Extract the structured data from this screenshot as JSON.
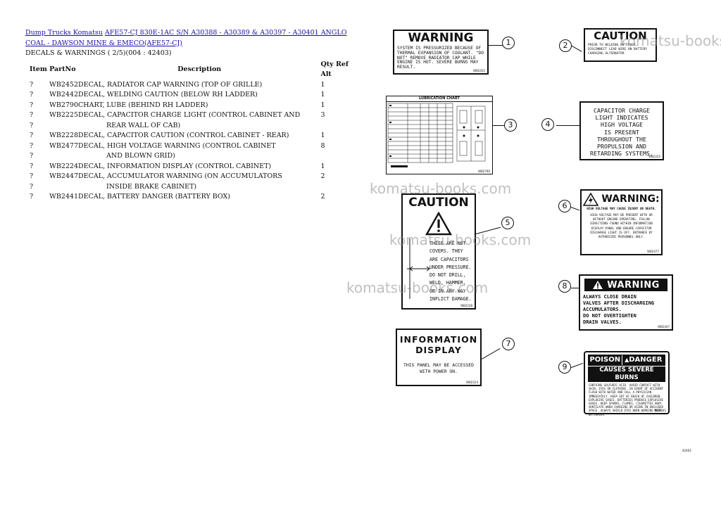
{
  "breadcrumb": {
    "root_link": "Dump Trucks Komatsu",
    "model_link": "AFE57-CJ 830E-1AC S/N A30388 - A30389 & A30397 - A30401 ANGLO COAL - DAWSON MINE & EMECO(AFE57-CJ)"
  },
  "subtitle": "DECALS & WARNINGS ( 2/5)(004 : 42403)",
  "table": {
    "headers": [
      "Item",
      "PartNo",
      "Description",
      "Qty",
      "Ref",
      "Alt"
    ],
    "rows": [
      {
        "item": "?",
        "part": "WB2452",
        "desc": "DECAL, RADIATOR CAP WARNING (TOP OF GRILLE)",
        "qty": "1"
      },
      {
        "item": "?",
        "part": "WB2442",
        "desc": "DECAL, WELDING CAUTION (BELOW RH LADDER)",
        "qty": "1"
      },
      {
        "item": "?",
        "part": "WB2790",
        "desc": "CHART, LUBE (BEHIND RH LADDER)",
        "qty": "1"
      },
      {
        "item": "?",
        "part": "WB2225",
        "desc": "DECAL, CAPACITOR CHARGE LIGHT (CONTROL CABINET AND",
        "qty": "3"
      },
      {
        "item": "?",
        "part": "",
        "desc": "REAR WALL OF CAB)",
        "qty": "",
        "cont": true
      },
      {
        "item": "?",
        "part": "WB2228",
        "desc": "DECAL, CAPACITOR CAUTION (CONTROL CABINET - REAR)",
        "qty": "1"
      },
      {
        "item": "?",
        "part": "WB2477",
        "desc": "DECAL, HIGH VOLTAGE WARNING (CONTROL CABINET",
        "qty": "8"
      },
      {
        "item": "?",
        "part": "",
        "desc": "AND BLOWN GRID)",
        "qty": "",
        "cont": true
      },
      {
        "item": "?",
        "part": "WB2224",
        "desc": "DECAL, INFORMATION DISPLAY (CONTROL CABINET)",
        "qty": "1"
      },
      {
        "item": "?",
        "part": "WB2447",
        "desc": "DECAL, ACCUMULATOR WARNING (ON ACCUMULATORS",
        "qty": "2"
      },
      {
        "item": "?",
        "part": "",
        "desc": "INSIDE BRAKE CABINET)",
        "qty": "",
        "cont": true
      },
      {
        "item": "?",
        "part": "WB2441",
        "desc": "DECAL, BATTERY DANGER (BATTERY BOX)",
        "qty": "2"
      }
    ]
  },
  "decals": {
    "d1": {
      "title": "WARNING",
      "text": "SYSTEM IS PRESSURIZED BECAUSE OF THERMAL EXPANSION OF COOLANT. \"DO NOT\" REMOVE RADIATOR CAP WHILE ENGINE IS HOT. SEVERE BURNS MAY RESULT.",
      "code": "WB2452"
    },
    "d2": {
      "title": "CAUTION",
      "text": "PRIOR TO WELDING ON TRUCK, DISCONNECT LEAD WIRE ON BATTERY CHARGING ALTERNATOR"
    },
    "d3": {
      "title": "LUBRICATION CHART",
      "code": "WB2790"
    },
    "d4": {
      "lines": [
        "CAPACITOR CHARGE",
        "LIGHT INDICATES",
        "HIGH VOLTAGE",
        "IS PRESENT",
        "THROUGHOUT THE",
        "PROPULSION AND",
        "RETARDING SYSTEMS."
      ],
      "code": "WB2225"
    },
    "d5": {
      "title": "CAUTION",
      "lines": [
        "THESE ARE NOT",
        "COVERS. THEY",
        "ARE CAPACITORS",
        "UNDER PRESSURE.",
        "DO NOT DRILL,",
        "WELD, HAMMER,",
        "OR IN ANY WAY",
        "INFLICT DAMAGE."
      ],
      "code": "WB2228"
    },
    "d6": {
      "title": "WARNING:",
      "lead": "HIGH VOLTAGE MAY CAUSE INJURY OR DEATH.",
      "text": "HIGH VOLTAGE MAY BE PRESENT WITH OR WITHOUT ENGINE OPERATING. FOLLOW DIRECTIONS FOUND WITHIN INFORMATION DISPLAY PANEL AND ENSURE CAPACITOR DISCHARGE LIGHT IS OFF. ENTRANCE BY AUTHORIZED PERSONNEL ONLY.",
      "code": "WB2477"
    },
    "d7": {
      "title1": "INFORMATION",
      "title2": "DISPLAY",
      "text": "THIS PANEL MAY BE ACCESSED WITH POWER ON.",
      "code": "WB2224"
    },
    "d8": {
      "title": "WARNING",
      "lines": [
        "ALWAYS CLOSE DRAIN",
        "VALVES AFTER DISCHARGING",
        "ACCUMULATORS.",
        "DO NOT OVERTIGHTEN",
        "DRAIN VALVES."
      ],
      "code": "WB2447"
    },
    "d9": {
      "title_left": "POISON",
      "title_right": "DANGER",
      "subtitle": "CAUSES SEVERE BURNS",
      "text": "CONTAINS SULFURIC ACID. AVOID CONTACT WITH SKIN, EYES OR CLOTHING. IN EVENT OF ACCIDENT FLUSH WITH WATER AND CALL A PHYSICIAN IMMEDIATELY. KEEP OUT OF REACH OF CHILDREN. EXPLOSIVE GASES. BATTERIES PRODUCE EXPLOSIVE GASES. KEEP SPARKS, FLAMES, CIGARETTES AWAY. VENTILATE WHEN CHARGING OR USING IN ENCLOSED SPACE. ALWAYS SHIELD EYES WHEN WORKING NEAR BATTERIES.",
      "code": "WB2441"
    }
  },
  "callouts": [
    "1",
    "2",
    "3",
    "4",
    "5",
    "6",
    "7",
    "8",
    "9"
  ],
  "watermark": "komatsu-books.com",
  "corner_code": "42403"
}
